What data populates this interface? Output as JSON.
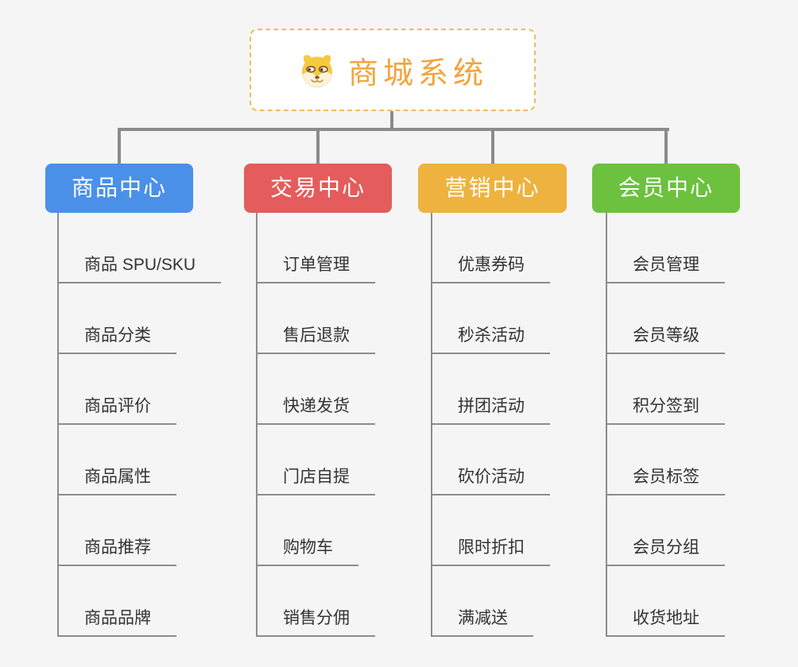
{
  "page": {
    "background_color": "#f5f5f5",
    "connector_color": "#8b8b8b",
    "underline_color": "#8c8c8c"
  },
  "root": {
    "title": "商城系统",
    "icon": "dog-face-icon",
    "title_color": "#f2a43c",
    "border_color": "#f0bd58",
    "background_color": "#ffffff"
  },
  "branches": [
    {
      "label": "商品中心",
      "color": "#4a90e8",
      "children": [
        "商品 SPU/SKU",
        "商品分类",
        "商品评价",
        "商品属性",
        "商品推荐",
        "商品品牌"
      ]
    },
    {
      "label": "交易中心",
      "color": "#e45c5c",
      "children": [
        "订单管理",
        "售后退款",
        "快递发货",
        "门店自提",
        "购物车",
        "销售分佣"
      ]
    },
    {
      "label": "营销中心",
      "color": "#eeb23e",
      "children": [
        "优惠券码",
        "秒杀活动",
        "拼团活动",
        "砍价活动",
        "限时折扣",
        "满减送"
      ]
    },
    {
      "label": "会员中心",
      "color": "#6cc13e",
      "children": [
        "会员管理",
        "会员等级",
        "积分签到",
        "会员标签",
        "会员分组",
        "收货地址"
      ]
    }
  ]
}
